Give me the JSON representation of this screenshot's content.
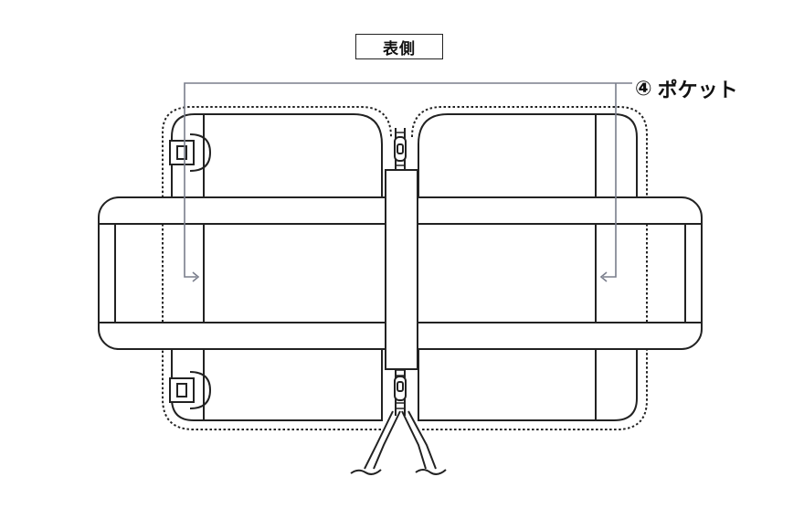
{
  "header": {
    "side_label": "表側"
  },
  "callout": {
    "number": "④",
    "label": "ポケット"
  },
  "colors": {
    "outline": "#222222",
    "leader": "#7a7e8c",
    "background": "#ffffff"
  },
  "icons": [
    "arrow-right-icon",
    "arrow-left-icon",
    "zipper-pull-icon",
    "d-ring-icon"
  ]
}
